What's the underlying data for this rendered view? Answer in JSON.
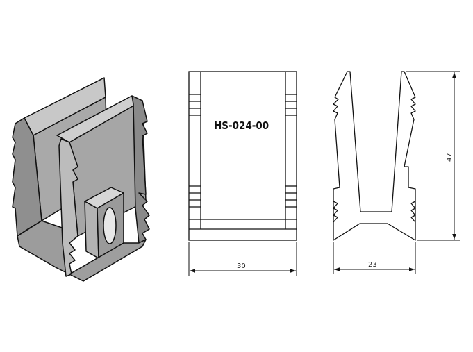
{
  "drawing": {
    "part_number": "HS-024-00",
    "dimensions": {
      "front_width": "30",
      "side_width": "23",
      "height": "47"
    },
    "views": [
      "isometric",
      "front",
      "side"
    ]
  }
}
